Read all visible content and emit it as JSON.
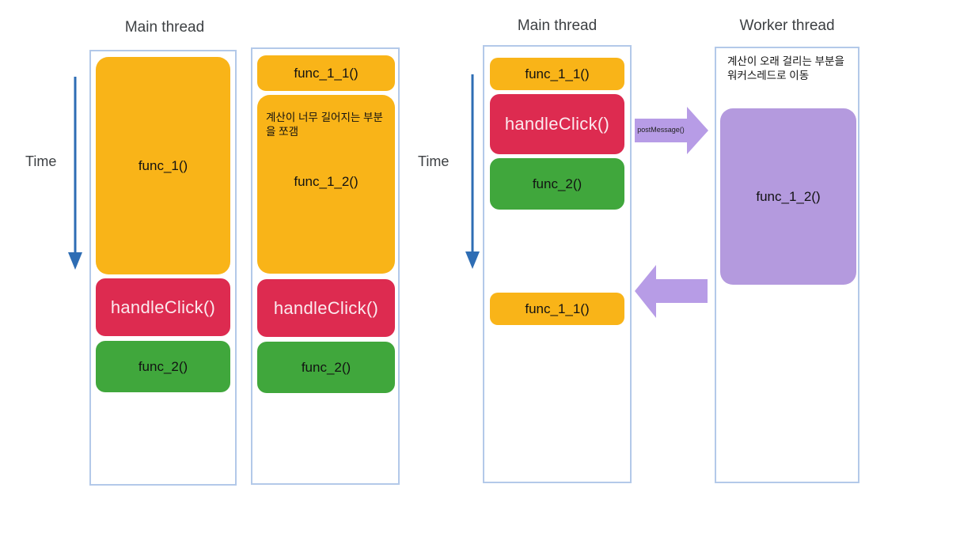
{
  "headings": {
    "left_main": "Main thread",
    "right_main": "Main thread",
    "worker": "Worker thread"
  },
  "time": {
    "left_label": "Time",
    "right_label": "Time"
  },
  "before": {
    "col1": {
      "func1": "func_1()",
      "handle_click": "handleClick()",
      "func2": "func_2()"
    },
    "col2": {
      "func11": "func_1_1()",
      "note": "계산이 너무 길어지는 부분을 쪼갬",
      "func12": "func_1_2()",
      "handle_click": "handleClick()",
      "func2": "func_2()"
    }
  },
  "after": {
    "main": {
      "func11": "func_1_1()",
      "handle_click": "handleClick()",
      "func2": "func_2()",
      "func11_return": "func_1_1()"
    },
    "worker": {
      "note": "계산이 오래 걸리는 부분을 워커스레드로 이동",
      "func12": "func_1_2()"
    },
    "post_message_label": "postMessage()"
  },
  "colors": {
    "orange": "#f9b418",
    "red": "#dd2b50",
    "green": "#40a73c",
    "purple": "#b49ade",
    "box_border": "#b3c9e9",
    "time_arrow_blue": "#2e6db4",
    "heading_text": "#3d4043"
  }
}
